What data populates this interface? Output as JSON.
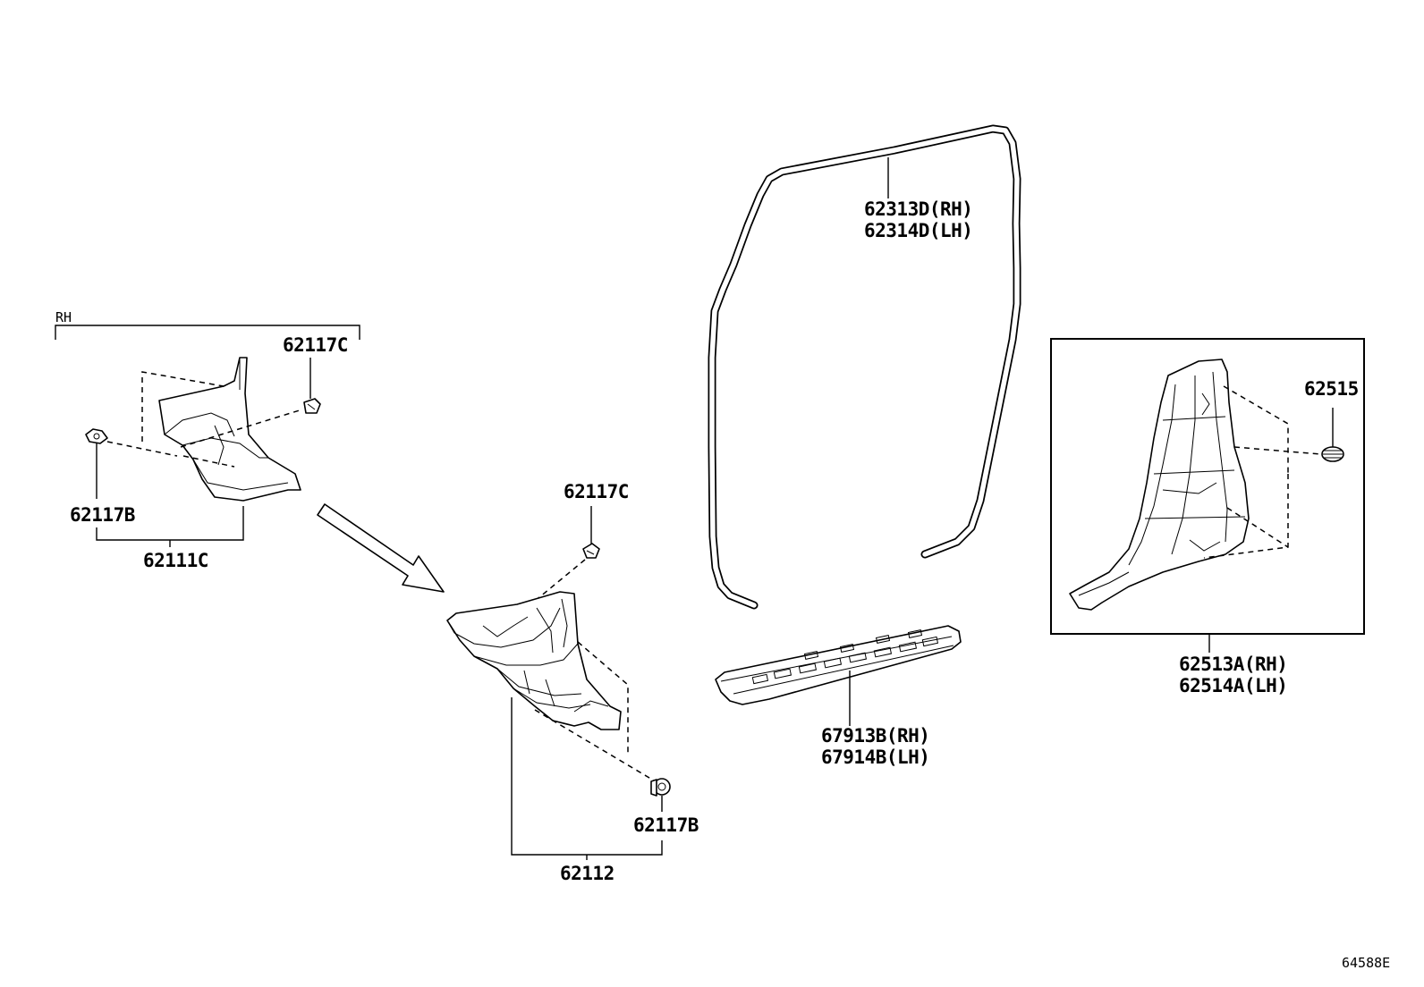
{
  "labels": {
    "rh_section": "RH",
    "clip_c_top": "62117C",
    "clip_b_left": "62117B",
    "kick_panel_rh": "62111C",
    "clip_c_mid": "62117C",
    "clip_b_mid": "62117B",
    "kick_panel": "62112",
    "weatherstrip_rh": "62313D(RH)",
    "weatherstrip_lh": "62314D(LH)",
    "scuff_plate_rh": "67913B(RH)",
    "scuff_plate_lh": "67914B(LH)",
    "pillar_clip": "62515",
    "pillar_garnish_rh": "62513A(RH)",
    "pillar_garnish_lh": "62514A(LH)",
    "diagram_code": "64588E"
  }
}
